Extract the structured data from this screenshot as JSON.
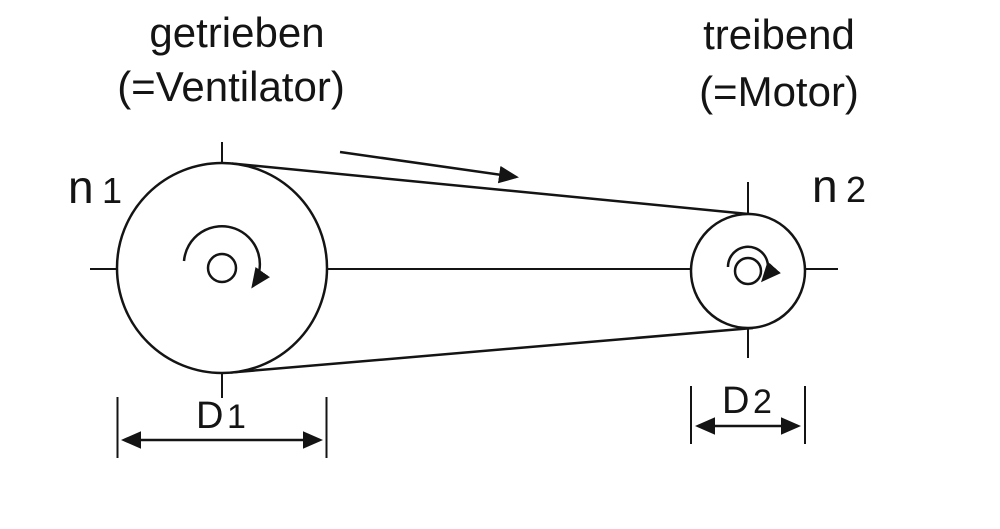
{
  "diagram": {
    "left": {
      "label1": "getrieben",
      "label2": "(=Ventilator)",
      "speed": {
        "symbol": "n",
        "sub": "1"
      },
      "diameter": {
        "symbol": "D",
        "sub": "1"
      }
    },
    "right": {
      "label1": "treibend",
      "label2": "(=Motor)",
      "speed": {
        "symbol": "n",
        "sub": "2"
      },
      "diameter": {
        "symbol": "D",
        "sub": "2"
      }
    },
    "colors": {
      "line": "#141414",
      "background": "#ffffff"
    }
  }
}
